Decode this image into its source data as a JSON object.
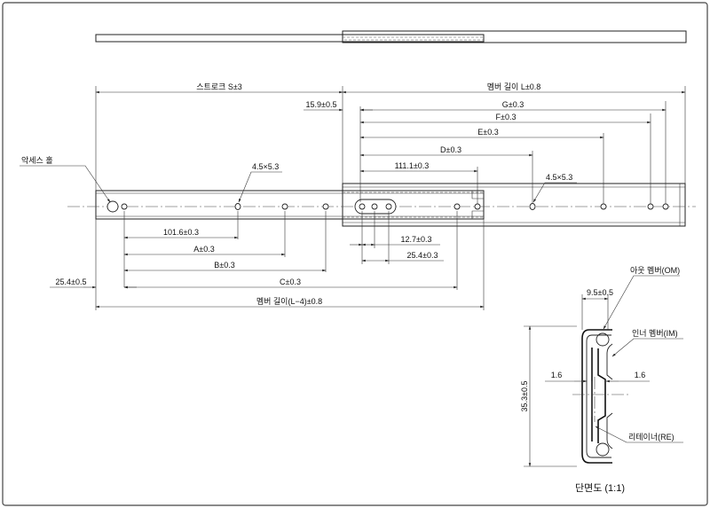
{
  "top_view": {
    "stroke_label": "스트로크 S±3",
    "member_length_label": "멤버 길이 L±0.8",
    "dim_15_9": "15.9±0.5",
    "dim_g": "G±0.3",
    "dim_f": "F±0.3",
    "dim_e": "E±0.3",
    "dim_d": "D±0.3",
    "dim_111_1": "111.1±0.3",
    "access_hole": "악세스 홀",
    "slot_left": "4.5×5.3",
    "slot_right": "4.5×5.3",
    "dim_101_6": "101.6±0.3",
    "dim_a": "A±0.3",
    "dim_b": "B±0.3",
    "dim_c": "C±0.3",
    "dim_25_4_left": "25.4±0.5",
    "dim_12_7": "12.7±0.3",
    "dim_25_4_right": "25.4±0.3",
    "inner_length_label": "멤버 길이(L−4)±0.8"
  },
  "section_view": {
    "outer_member": "아웃 멤버(OM)",
    "inner_member": "인너 멤버(IM)",
    "retainer": "리테이너(RE)",
    "width_label": "9.5±0.5",
    "gap_left": "1.6",
    "gap_right": "1.6",
    "height_label": "35.3±0.5",
    "caption": "단면도 (1:1)"
  }
}
